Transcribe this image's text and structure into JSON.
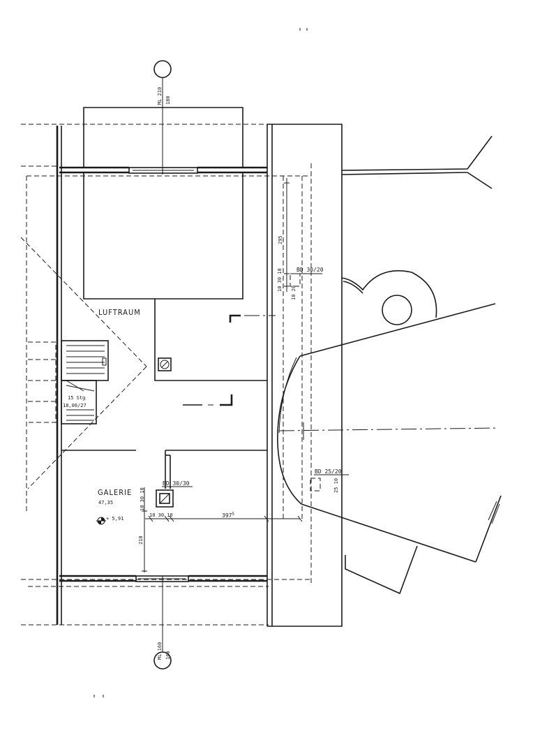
{
  "labels": {
    "room_luftraum": "LUFTRAUM",
    "room_galerie": "GALERIE",
    "galerie_area": "47,35",
    "level_mark": "+ 5,91",
    "stair_steps": "15 Stg",
    "stair_dims": "18,06/27",
    "dim_295": "295",
    "dim_210_vertical": "210",
    "dim_3975": "397",
    "dim_3975_sup": "5",
    "dim_10_30_10_a": "10 30 10",
    "dim_10_20": "10 20",
    "dim_10_30_10_b": "10 30 10",
    "dim_10_30_10_c": "10 30 10",
    "bd_30_20": "BD 30/20",
    "bd_30_30": "BD 30/30",
    "bd_25_20": "BD 25/20",
    "dim_25_10": "25 10"
  },
  "section_marks": {
    "top_line1": "ML 210",
    "top_line2": "180",
    "bottom_line1": "ML 160",
    "bottom_line2": "160"
  },
  "colors": {
    "ink": "#1a1a1a",
    "paper": "#ffffff"
  }
}
